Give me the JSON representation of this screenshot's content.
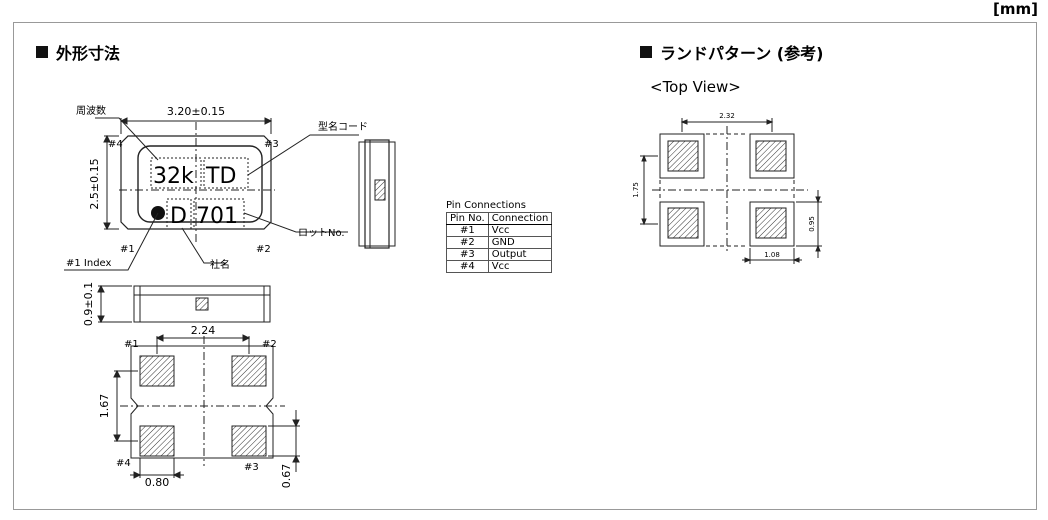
{
  "unit_label": "[mm]",
  "left_section": {
    "title": "外形寸法"
  },
  "right_section": {
    "title": "ランドパターン (参考)",
    "view_label": "<Top View>"
  },
  "outline": {
    "width_dim": "3.20±0.15",
    "height_dim": "2.5±0.15",
    "freq_label": "周波数",
    "model_label": "型名コード",
    "lot_label": "ロットNo.",
    "index_label": "#1 Index",
    "company_label": "社名",
    "marking_freq": "32k",
    "marking_model": "TD",
    "marking_company": "D",
    "marking_lot": "701",
    "pin1": "#1",
    "pin2": "#2",
    "pin3": "#3",
    "pin4": "#4"
  },
  "side_view": {
    "thickness_dim": "0.9±0.1"
  },
  "bottom_view": {
    "pad_pitch_x": "2.24",
    "pad_pitch_y": "1.67",
    "pad_width": "0.80",
    "pad_height": "0.67",
    "pin1": "#1",
    "pin2": "#2",
    "pin3": "#3",
    "pin4": "#4"
  },
  "pin_table": {
    "caption": "Pin Connections",
    "headers": [
      "Pin No.",
      "Connection"
    ],
    "rows": [
      [
        "#1",
        "Vcc"
      ],
      [
        "#2",
        "GND"
      ],
      [
        "#3",
        "Output"
      ],
      [
        "#4",
        "Vcc"
      ]
    ]
  },
  "land_pattern": {
    "pitch_x": "2.32",
    "pitch_y": "1.75",
    "pad_w": "1.08",
    "pad_h": "0.95"
  }
}
